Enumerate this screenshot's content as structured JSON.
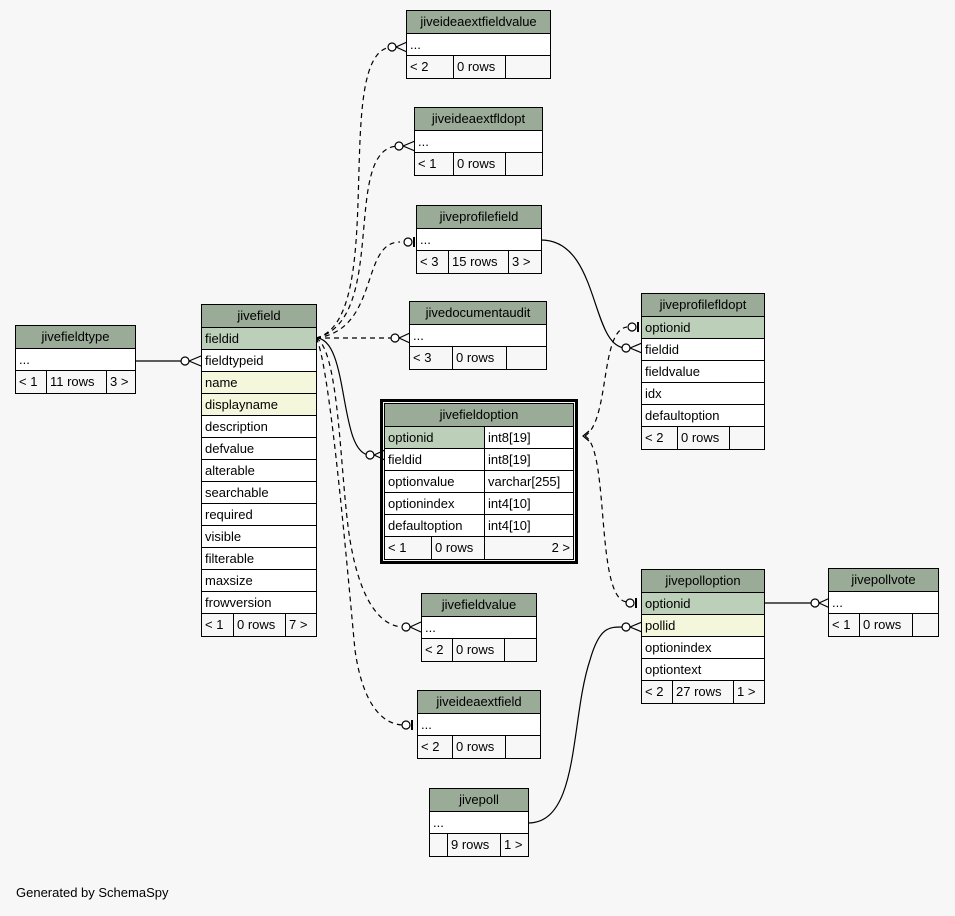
{
  "footer": "Generated by SchemaSpy",
  "tables": {
    "jiveideaextfieldvalue": {
      "name": "jiveideaextfieldvalue",
      "rows": [
        "..."
      ],
      "foot": [
        "< 2",
        "0 rows",
        ""
      ]
    },
    "jiveideaextfldopt": {
      "name": "jiveideaextfldopt",
      "rows": [
        "..."
      ],
      "foot": [
        "< 1",
        "0 rows",
        ""
      ]
    },
    "jiveprofilefield": {
      "name": "jiveprofilefield",
      "rows": [
        "..."
      ],
      "foot": [
        "< 3",
        "15 rows",
        "3 >"
      ]
    },
    "jivedocumentaudit": {
      "name": "jivedocumentaudit",
      "rows": [
        "..."
      ],
      "foot": [
        "< 3",
        "0 rows",
        ""
      ]
    },
    "jivefieldtype": {
      "name": "jivefieldtype",
      "rows": [
        "..."
      ],
      "foot": [
        "< 1",
        "11 rows",
        "3 >"
      ]
    },
    "jivefield": {
      "name": "jivefield",
      "rows": [
        "fieldid",
        "fieldtypeid",
        "name",
        "displayname",
        "description",
        "defvalue",
        "alterable",
        "searchable",
        "required",
        "visible",
        "filterable",
        "maxsize",
        "frowversion"
      ],
      "foot": [
        "< 1",
        "0 rows",
        "7 >"
      ]
    },
    "jivefieldoption": {
      "name": "jivefieldoption",
      "rows": [
        [
          "optionid",
          "int8[19]"
        ],
        [
          "fieldid",
          "int8[19]"
        ],
        [
          "optionvalue",
          "varchar[255]"
        ],
        [
          "optionindex",
          "int4[10]"
        ],
        [
          "defaultoption",
          "int4[10]"
        ]
      ],
      "foot": [
        "< 1",
        "0 rows",
        "2 >"
      ]
    },
    "jiveprofilefldopt": {
      "name": "jiveprofilefldopt",
      "rows": [
        "optionid",
        "fieldid",
        "fieldvalue",
        "idx",
        "defaultoption"
      ],
      "foot": [
        "< 2",
        "0 rows",
        ""
      ]
    },
    "jivefieldvalue": {
      "name": "jivefieldvalue",
      "rows": [
        "..."
      ],
      "foot": [
        "< 2",
        "0 rows",
        ""
      ]
    },
    "jiveideaextfield": {
      "name": "jiveideaextfield",
      "rows": [
        "..."
      ],
      "foot": [
        "< 2",
        "0 rows",
        ""
      ]
    },
    "jivepolloption": {
      "name": "jivepolloption",
      "rows": [
        "optionid",
        "pollid",
        "optionindex",
        "optiontext"
      ],
      "foot": [
        "< 2",
        "27 rows",
        "1 >"
      ]
    },
    "jivepollvote": {
      "name": "jivepollvote",
      "rows": [
        "..."
      ],
      "foot": [
        "< 1",
        "0 rows",
        ""
      ]
    },
    "jivepoll": {
      "name": "jivepoll",
      "rows": [
        "..."
      ],
      "foot": [
        "",
        "9 rows",
        "1 >"
      ]
    }
  }
}
